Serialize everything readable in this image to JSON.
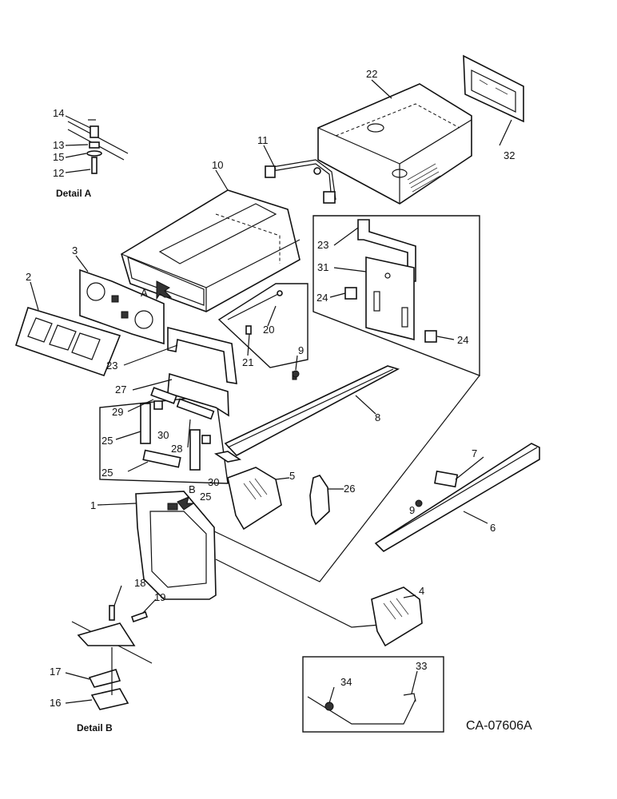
{
  "drawing_code": "CA-07606A",
  "details": {
    "a": "Detail  A",
    "b": "Detail  B"
  },
  "view_markers": {
    "a": "A",
    "b": "B"
  },
  "callouts": {
    "c1": "1",
    "c2": "2",
    "c3": "3",
    "c4": "4",
    "c5": "5",
    "c6": "6",
    "c7": "7",
    "c8": "8",
    "c9a": "9",
    "c9b": "9",
    "c10": "10",
    "c11": "11",
    "c12": "12",
    "c13": "13",
    "c14": "14",
    "c15": "15",
    "c16": "16",
    "c17": "17",
    "c18": "18",
    "c19": "19",
    "c20": "20",
    "c21": "21",
    "c22": "22",
    "c23a": "23",
    "c23b": "23",
    "c24a": "24",
    "c24b": "24",
    "c25a": "25",
    "c25b": "25",
    "c25c": "25",
    "c26": "26",
    "c27": "27",
    "c28": "28",
    "c29": "29",
    "c30a": "30",
    "c30b": "30",
    "c31": "31",
    "c32": "32",
    "c33": "33",
    "c34": "34"
  }
}
